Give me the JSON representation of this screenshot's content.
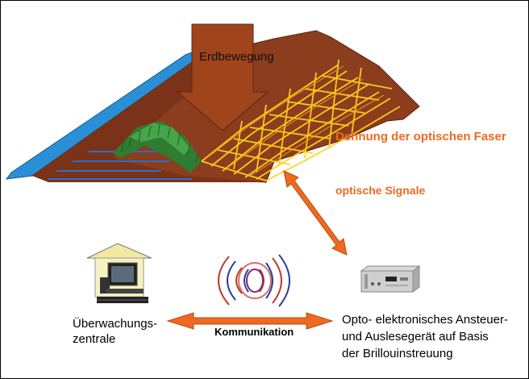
{
  "labels": {
    "erdbewegung": "Erdbewegung",
    "dehnung": "Dehnung der optischen Faser",
    "signale": "optische Signale",
    "kommunikation": "Kommunikation",
    "zentrale_line1": "Überwachungs-",
    "zentrale_line2": "zentrale",
    "geraet_line1": "Opto- elektronisches  Ansteuer-",
    "geraet_line2": "und Auslesegerät auf Basis",
    "geraet_line3": "der Brillouinstreuung"
  },
  "colors": {
    "accent_orange": "#ee6a1f",
    "earth_brown": "#8b3d1e",
    "water_blue": "#2a8fd6",
    "fiber_yellow": "#ffd21a",
    "arrow_brown": "#a0441c",
    "grass_green": "#2e7d32"
  },
  "icons": {
    "monitoring": "computer-house-icon",
    "device": "rack-device-icon",
    "waves": "radio-waves-icon"
  }
}
